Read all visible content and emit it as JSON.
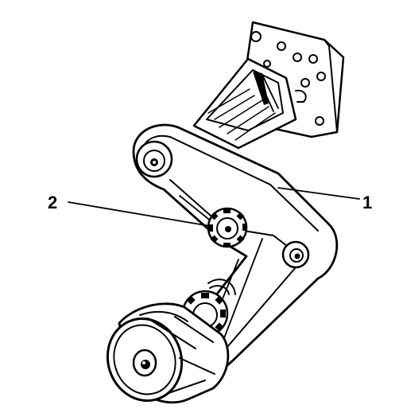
{
  "callouts": [
    {
      "label": "1",
      "target": "belt"
    },
    {
      "label": "2",
      "target": "idler-pulley"
    }
  ],
  "colors": {
    "ink": "#000000",
    "paper": "#ffffff"
  }
}
